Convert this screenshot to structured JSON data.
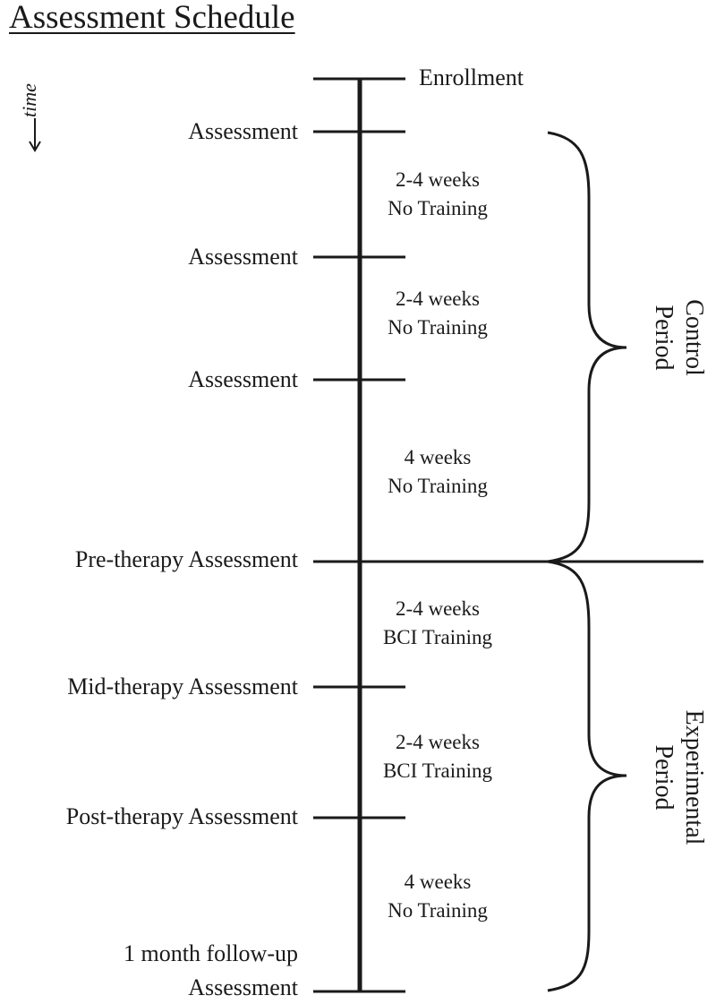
{
  "title": "Assessment Schedule",
  "time_label": "time",
  "events": {
    "enrollment": "Enrollment",
    "assessment_1": "Assessment",
    "assessment_2": "Assessment",
    "assessment_3": "Assessment",
    "pre_therapy": "Pre-therapy Assessment",
    "mid_therapy": "Mid-therapy Assessment",
    "post_therapy": "Post-therapy Assessment",
    "followup_line1": "1 month follow-up",
    "followup_line2": "Assessment"
  },
  "intervals": [
    {
      "duration": "2-4 weeks",
      "activity": "No Training"
    },
    {
      "duration": "2-4 weeks",
      "activity": "No Training"
    },
    {
      "duration": "4 weeks",
      "activity": "No Training"
    },
    {
      "duration": "2-4 weeks",
      "activity": "BCI Training"
    },
    {
      "duration": "2-4 weeks",
      "activity": "BCI Training"
    },
    {
      "duration": "4 weeks",
      "activity": "No Training"
    }
  ],
  "periods": {
    "control": {
      "line1": "Control",
      "line2": "Period"
    },
    "experimental": {
      "line1": "Experimental",
      "line2": "Period"
    }
  },
  "colors": {
    "ink": "#1a1a1a",
    "background": "#ffffff"
  }
}
